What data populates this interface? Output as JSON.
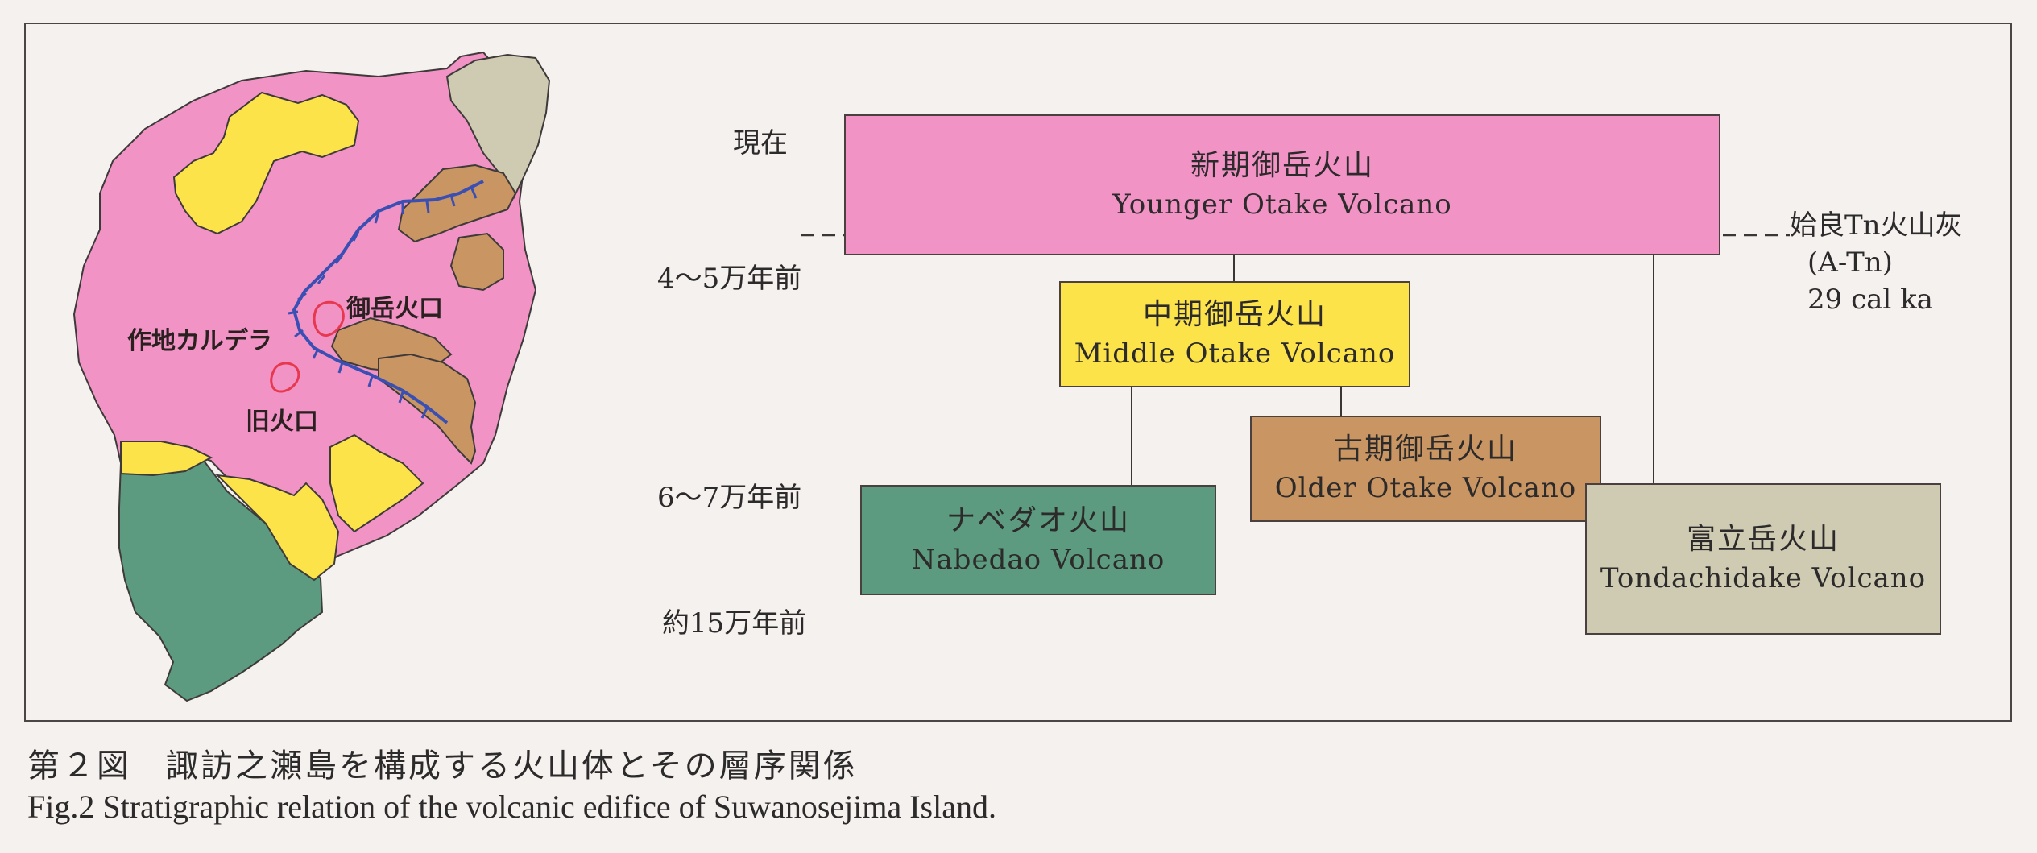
{
  "colors": {
    "younger": "#f293c6",
    "middle": "#fde34a",
    "older": "#c99563",
    "nabedao": "#5d9b80",
    "tondachidake": "#cfcbb3",
    "crater_rim": "#3a4fb3",
    "old_crater": "#e8384f"
  },
  "map": {
    "label_caldera": "作地カルデラ",
    "label_otake_crater": "御岳火口",
    "label_old_crater": "旧火口"
  },
  "timeline": {
    "present": "現在",
    "t1": "4～5万年前",
    "t2": "6～7万年前",
    "t3": "約15万年前"
  },
  "tephra": {
    "name": "姶良Tn火山灰",
    "code": "(A-Tn)",
    "age": "29 cal ka"
  },
  "units": {
    "younger": {
      "ja": "新期御岳火山",
      "en": "Younger Otake Volcano"
    },
    "middle": {
      "ja": "中期御岳火山",
      "en": "Middle Otake Volcano"
    },
    "older": {
      "ja": "古期御岳火山",
      "en": "Older Otake Volcano"
    },
    "nabedao": {
      "ja": "ナベダオ火山",
      "en": "Nabedao Volcano"
    },
    "tondachidake": {
      "ja": "富立岳火山",
      "en": "Tondachidake Volcano"
    }
  },
  "caption": {
    "ja": "第２図　諏訪之瀬島を構成する火山体とその層序関係",
    "en": "Fig.2  Stratigraphic relation of the volcanic edifice of Suwanosejima Island."
  }
}
